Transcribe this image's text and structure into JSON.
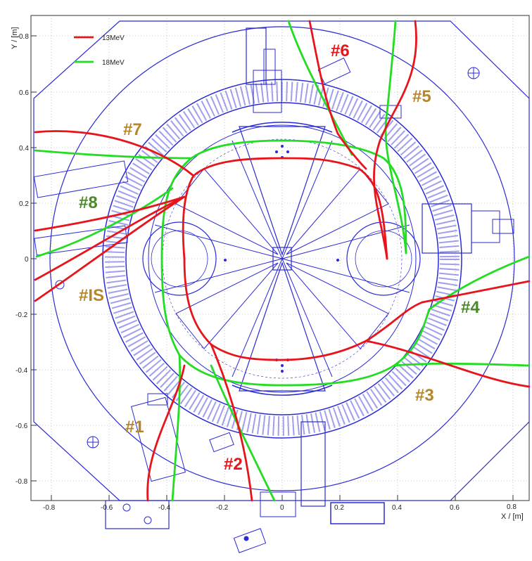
{
  "axes": {
    "x_label": "X / [m]",
    "y_label": "Y / [m]",
    "x_ticks": [
      "-0.8",
      "-0.6",
      "-0.4",
      "-0.2",
      "0",
      "0.2",
      "0.4",
      "0.6",
      "0.8"
    ],
    "y_ticks": [
      "0.8",
      "0.6",
      "0.4",
      "0.2",
      "0",
      "-0.2",
      "-0.4",
      "-0.6",
      "-0.8"
    ]
  },
  "legend": [
    {
      "label": "13MeV",
      "color": "#e8141b"
    },
    {
      "label": "18MeV",
      "color": "#22dd22"
    }
  ],
  "labels": {
    "l1": "#1",
    "l2": "#2",
    "l3": "#3",
    "l4": "#4",
    "l5": "#5",
    "l6": "#6",
    "l7": "#7",
    "l8": "#8",
    "lis": "#IS"
  },
  "colors": {
    "drawing": "#2a2ad6",
    "beam_13mev": "#e8141b",
    "beam_18mev": "#22dd22",
    "label_brown": "#b8862a",
    "label_red": "#e8141b",
    "label_green": "#4a8a2a"
  }
}
